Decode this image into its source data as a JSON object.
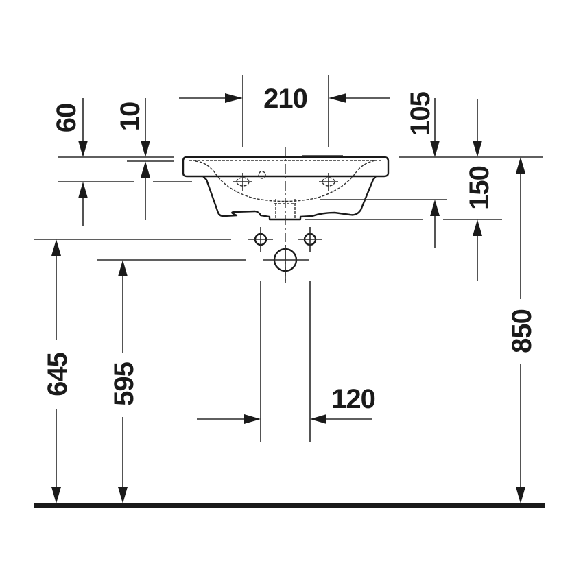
{
  "drawing": {
    "subject": "Wall-mounted washbasin front elevation with installation dimensions",
    "units": "mm",
    "dimensions": {
      "tap_hole_spacing": "210",
      "left_top_offset": "60",
      "rim_thickness": "10",
      "right_top_offset": "105",
      "right_drop": "150",
      "height_supply": "645",
      "height_waste": "595",
      "supply_spacing": "120",
      "rim_height": "850"
    }
  },
  "colors": {
    "line": "#2a2a2a",
    "text": "#1a1a1a",
    "background": "#ffffff"
  }
}
